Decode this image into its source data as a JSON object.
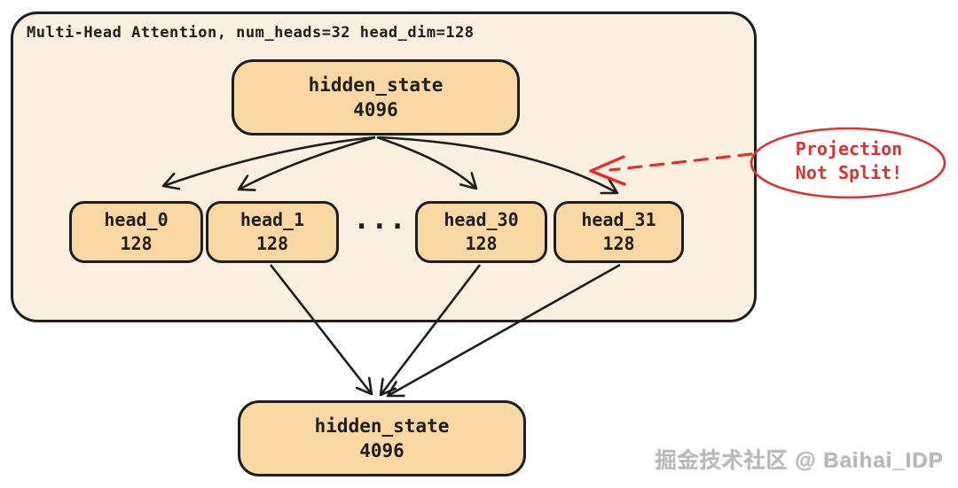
{
  "colors": {
    "stroke": "#1e1e1e",
    "node_fill": "#fad8a4",
    "group_fill": "#fbf0e0",
    "annotation_red": "#e03131",
    "watermark_gray": "#a8a8a8"
  },
  "group": {
    "title": "Multi-Head Attention, num_heads=32 head_dim=128"
  },
  "top_box": {
    "label": "hidden_state",
    "dim": "4096"
  },
  "heads": [
    {
      "label": "head_0",
      "dim": "128"
    },
    {
      "label": "head_1",
      "dim": "128"
    },
    {
      "label": "head_30",
      "dim": "128"
    },
    {
      "label": "head_31",
      "dim": "128"
    }
  ],
  "ellipsis": "...",
  "bottom_box": {
    "label": "hidden_state",
    "dim": "4096"
  },
  "annotation": {
    "line1": "Projection",
    "line2": "Not Split!"
  },
  "watermark": "掘金技术社区 @ Baihai_IDP"
}
